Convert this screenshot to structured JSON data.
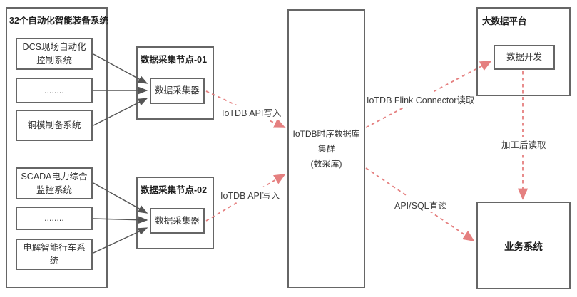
{
  "left_group": {
    "title": "32个自动化智能装备系统",
    "systems": [
      {
        "label": "DCS现场自动化控制系统"
      },
      {
        "label": "........"
      },
      {
        "label": "铜模制备系统"
      },
      {
        "label": "SCADA电力综合监控系统"
      },
      {
        "label": "........"
      },
      {
        "label": "电解智能行车系统"
      }
    ]
  },
  "collection_nodes": [
    {
      "title": "数据采集节点-01",
      "collector": "数据采集器"
    },
    {
      "title": "数据采集节点-02",
      "collector": "数据采集器"
    }
  ],
  "iotdb_cluster": {
    "line1": "IoTDB时序数据库",
    "line2": "集群",
    "line3": "(数采库)"
  },
  "bigdata_platform": {
    "title": "大数据平台",
    "module": "数据开发"
  },
  "business_system": {
    "title": "业务系统"
  },
  "edge_labels": {
    "api_write_1": "IoTDB API写入",
    "api_write_2": "IoTDB API写入",
    "flink_read": "IoTDB Flink Connector读取",
    "api_sql_read": "API/SQL直读",
    "processed_read": "加工后读取"
  },
  "colors": {
    "box_border": "#666666",
    "solid_arrow": "#555555",
    "dashed_arrow": "#e58080",
    "background": "#ffffff"
  }
}
